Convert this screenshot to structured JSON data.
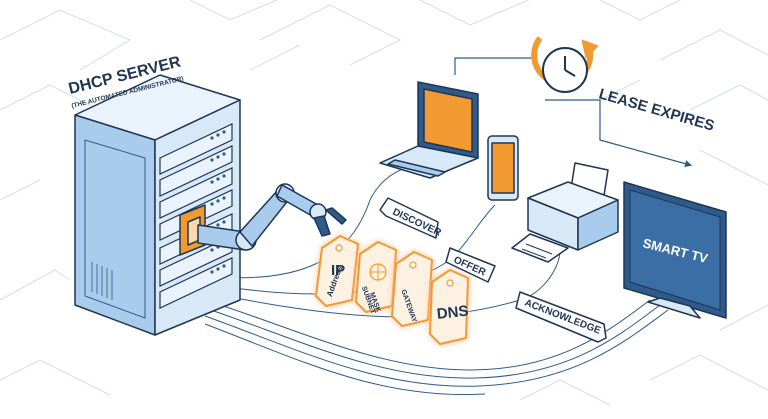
{
  "server": {
    "title": "DHCP SERVER",
    "subtitle": "(THE AUTOMATED ADMINISTRATOR)"
  },
  "tags": {
    "ip": {
      "line1": "IP",
      "line2": "Address"
    },
    "subnet": {
      "line1": "SUBNET",
      "line2": "MASK"
    },
    "gateway": {
      "line1": "GATEWAY"
    },
    "dns": {
      "line1": "DNS"
    }
  },
  "messages": {
    "discover": "DISCOVER",
    "offer": "OFFER",
    "acknowledge": "ACKNOWLEDGE"
  },
  "lease": {
    "label": "LEASE EXPIRES"
  },
  "devices": {
    "tv": {
      "label": "SMART TV"
    }
  },
  "colors": {
    "outline": "#1f3554",
    "blue_light": "#d7e8f7",
    "blue_mid": "#a9cbec",
    "blue_dark": "#2e5b8c",
    "orange": "#f29a32",
    "orange_glow": "#fbd9ad",
    "grid_line": "#d6dde6"
  }
}
